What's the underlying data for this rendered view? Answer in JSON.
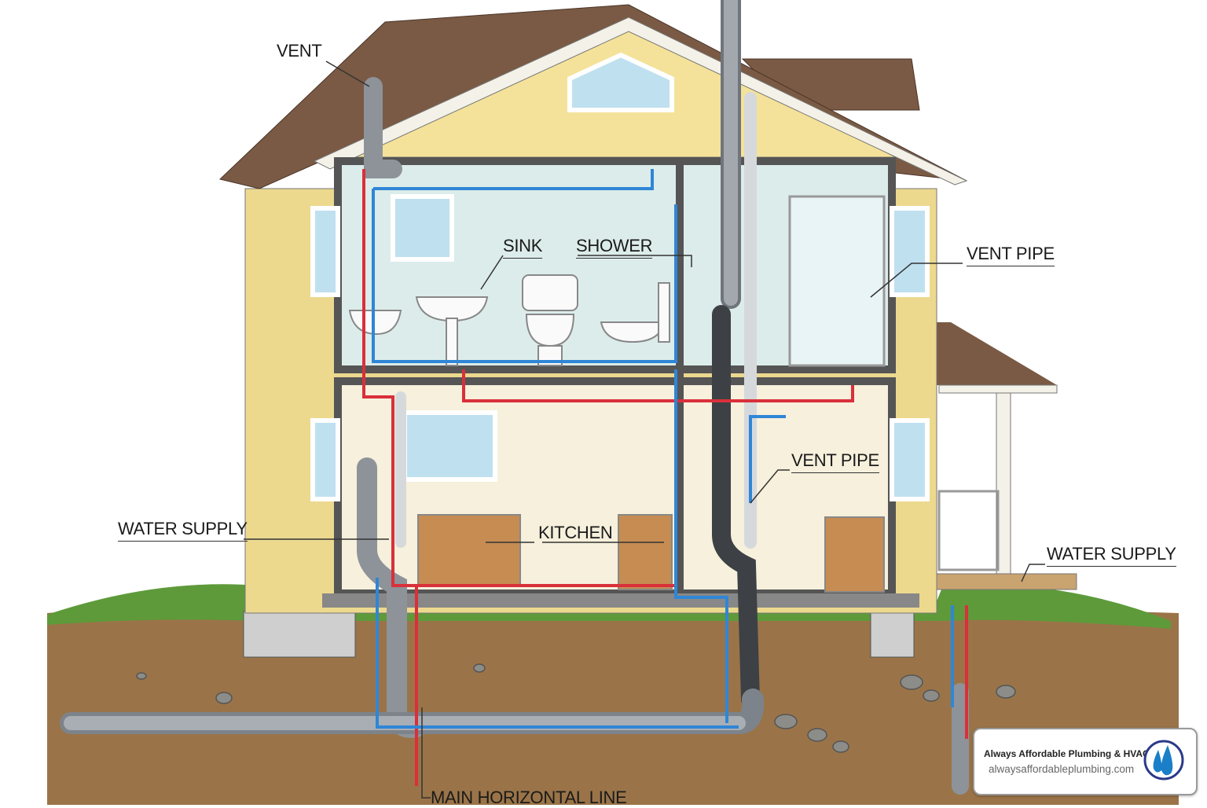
{
  "labels": {
    "vent": "VENT",
    "sink": "SINK",
    "shower": "SHOWER",
    "vent_pipe_upper": "VENT PIPE",
    "vent_pipe_lower": "VENT PIPE",
    "water_supply_left": "WATER SUPPLY",
    "kitchen": "KITCHEN",
    "water_supply_right": "WATER SUPPLY",
    "main_horizontal_line": "MAIN HORIZONTAL LINE"
  },
  "badge": {
    "company": "Always Affordable Plumbing & HVAC",
    "website": "alwaysaffordableplumbing.com",
    "logo_icon": "water-drops-icon"
  },
  "colors": {
    "hot_line": "#d9303a",
    "cold_line": "#2f86d6",
    "drain_pipe": "#8d9399",
    "soil": "#9a7448",
    "siding": "#ecd98e",
    "roof": "#7a5a44"
  }
}
